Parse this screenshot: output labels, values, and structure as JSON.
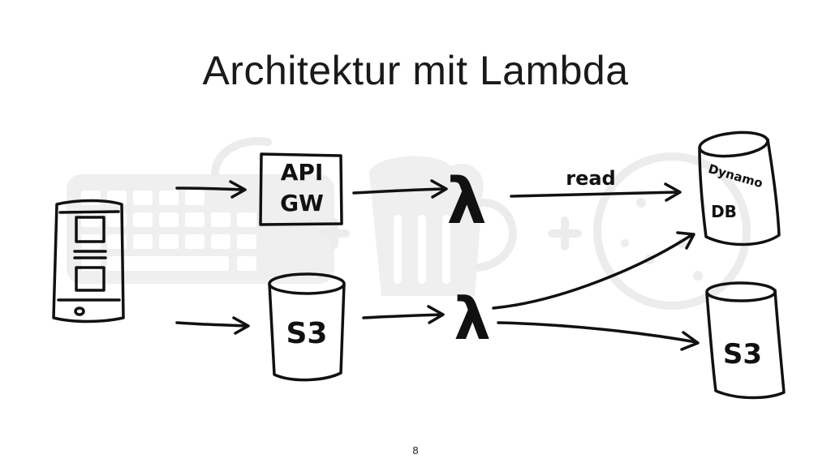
{
  "slide": {
    "title": "Architektur mit Lambda",
    "page_number": "8"
  },
  "diagram": {
    "nodes": {
      "api_gateway": {
        "label_line1": "API",
        "label_line2": "GW"
      },
      "s3_source": {
        "label": "S3"
      },
      "lambda_top": {
        "label": "λ"
      },
      "lambda_bottom": {
        "label": "λ"
      },
      "dynamodb": {
        "label_line1": "Dynamo",
        "label_line2": "DB"
      },
      "s3_target": {
        "label": "S3"
      }
    },
    "edges": {
      "lambda_to_dynamo_label": "read"
    },
    "ink_color": "#111111",
    "watermark_color": "#ececec"
  }
}
